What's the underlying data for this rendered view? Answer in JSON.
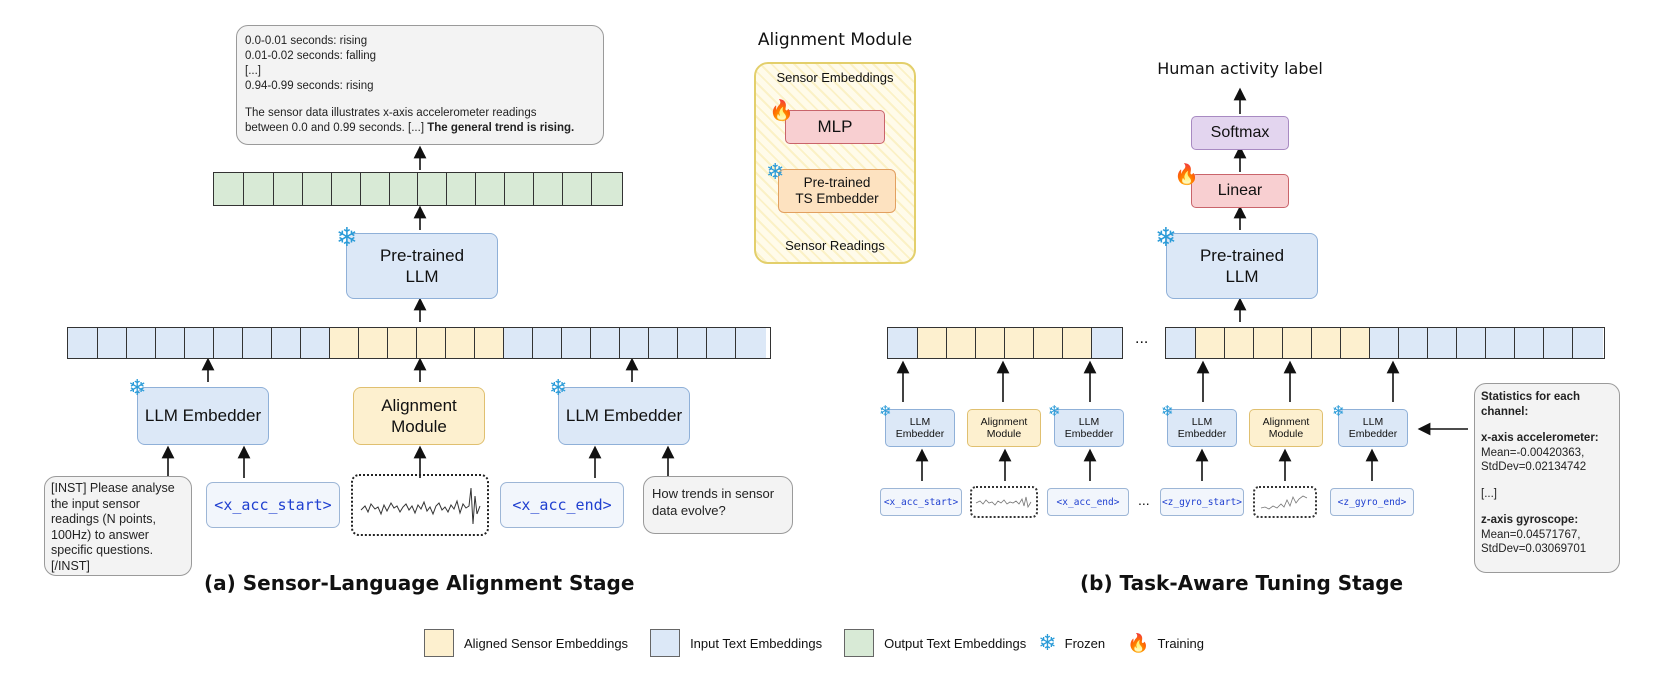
{
  "left": {
    "output_text_lines": [
      "0.0-0.01 seconds: rising",
      "0.01-0.02 seconds: falling",
      "[...]",
      "0.94-0.99 seconds: rising"
    ],
    "output_para_1": "The sensor data illustrates x-axis accelerometer readings",
    "output_para_2": "between 0.0 and 0.99 seconds. [...]",
    "output_para_bold": "The general trend is rising.",
    "llm_label_1": "Pre-trained",
    "llm_label_2": "LLM",
    "embedder_left": "LLM Embedder",
    "alignment_1": "Alignment",
    "alignment_2": "Module",
    "embedder_right": "LLM Embedder",
    "inst_lines": [
      "[INST] Please analyse",
      "the input  sensor",
      "readings  (N points,",
      "100Hz) to answer",
      "specific questions.",
      "[/INST]"
    ],
    "tok_start": "<x_acc_start>",
    "tok_end": "<x_acc_end>",
    "question_1": "How trends in sensor",
    "question_2": "data evolve?",
    "caption": "(a) Sensor-Language Alignment Stage"
  },
  "center": {
    "title": "Alignment Module",
    "sensor_embeddings": "Sensor Embeddings",
    "mlp": "MLP",
    "ts_1": "Pre-trained",
    "ts_2": "TS Embedder",
    "sensor_readings": "Sensor Readings"
  },
  "right": {
    "human_label": "Human activity label",
    "softmax": "Softmax",
    "linear": "Linear",
    "llm_label_1": "Pre-trained",
    "llm_label_2": "LLM",
    "ellipsis": "...",
    "llm_emb_1": "LLM",
    "llm_emb_2": "Embedder",
    "align_1": "Alignment",
    "align_2": "Module",
    "tok_x_start": "<x_acc_start>",
    "tok_x_end": "<x_acc_end>",
    "tok_z_start": "<z_gyro_start>",
    "tok_z_end": "<z_gyro_end>",
    "stats_title_1": "Statistics for each",
    "stats_title_2": "channel:",
    "stats_x_title": "x-axis accelerometer:",
    "stats_x_mean": "Mean=-0.00420363,",
    "stats_x_std": "StdDev=0.02134742",
    "stats_dots": "[...]",
    "stats_z_title": "z-axis gyroscope:",
    "stats_z_mean": "Mean=0.04571767,",
    "stats_z_std": "StdDev=0.03069701",
    "caption": "(b) Task-Aware Tuning Stage"
  },
  "legend": {
    "aligned": "Aligned Sensor Embeddings",
    "input": "Input Text Embeddings",
    "output": "Output Text Embeddings",
    "frozen": "Frozen",
    "training": "Training"
  },
  "colors": {
    "input_blue": "#dce8f7",
    "aligned_yellow": "#fdf0cf",
    "output_green": "#d8ead6",
    "frozen_icon": "#2a9bd8",
    "training_icon": "#e2531e"
  },
  "icons": [
    "snowflake-icon",
    "flame-icon"
  ]
}
